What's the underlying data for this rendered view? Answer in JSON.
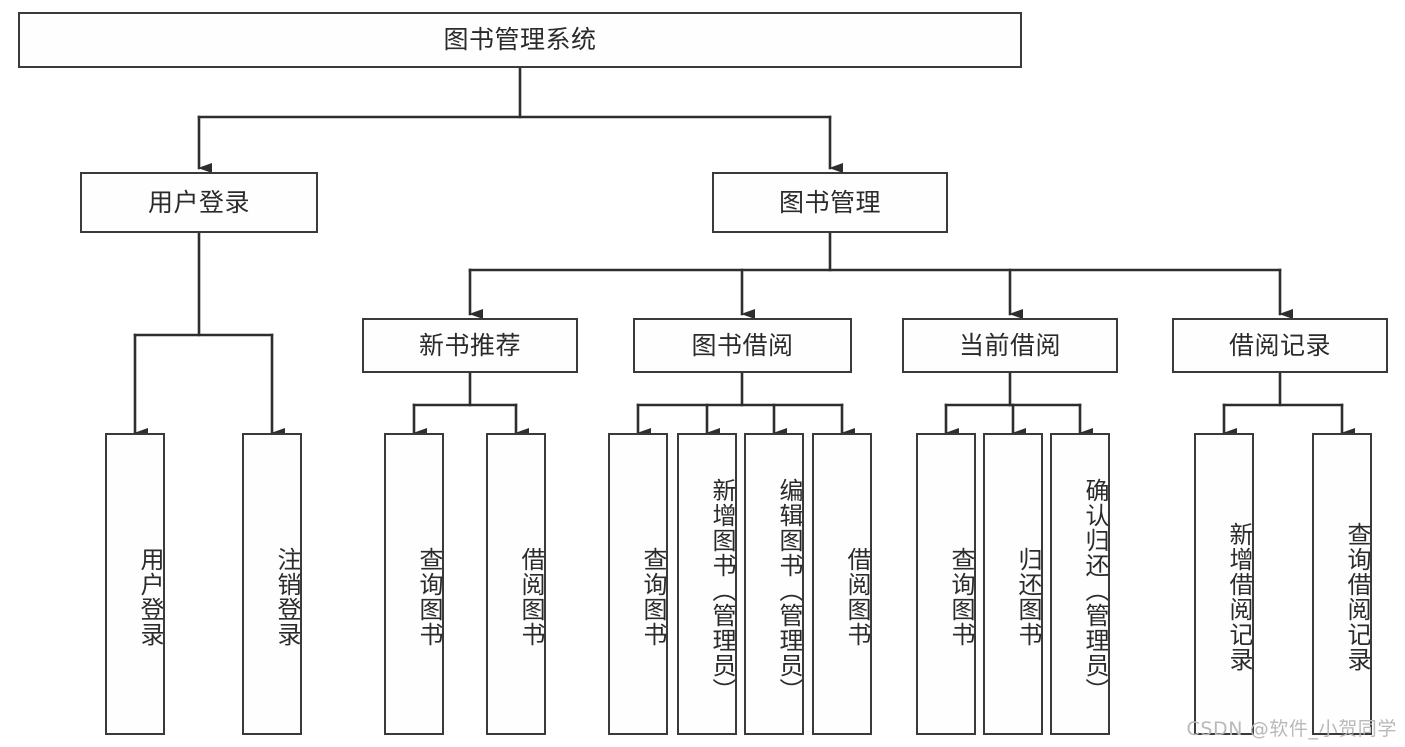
{
  "diagram": {
    "type": "tree-hierarchy",
    "title": "图书管理系统",
    "watermark": "CSDN @软件_小贺同学",
    "colors": {
      "border": "#3a3a3a",
      "node_fill": "#fefefe",
      "edge": "#2e2e2e",
      "text": "#2b2b2b",
      "watermark": "#b9b9b9",
      "background": "#ffffff"
    },
    "levels": {
      "root": {
        "label": "图书管理系统"
      },
      "level2": [
        {
          "id": "user-login",
          "label": "用户登录"
        },
        {
          "id": "book-management",
          "label": "图书管理"
        }
      ],
      "level3": [
        {
          "id": "new-book-recommend",
          "label": "新书推荐"
        },
        {
          "id": "book-borrow",
          "label": "图书借阅"
        },
        {
          "id": "current-borrow",
          "label": "当前借阅"
        },
        {
          "id": "borrow-record",
          "label": "借阅记录"
        }
      ],
      "leaves": {
        "user_login": [
          {
            "id": "leaf-user-login",
            "label": "用户登录"
          },
          {
            "id": "leaf-logout",
            "label": "注销登录"
          }
        ],
        "new_book_recommend": [
          {
            "id": "leaf-query-book-1",
            "label": "查询图书"
          },
          {
            "id": "leaf-borrow-book-1",
            "label": "借阅图书"
          }
        ],
        "book_borrow": [
          {
            "id": "leaf-query-book-2",
            "label": "查询图书"
          },
          {
            "id": "leaf-add-book",
            "label": "新增图书（管理员）"
          },
          {
            "id": "leaf-edit-book",
            "label": "编辑图书（管理员）"
          },
          {
            "id": "leaf-borrow-book-2",
            "label": "借阅图书"
          }
        ],
        "current_borrow": [
          {
            "id": "leaf-query-book-3",
            "label": "查询图书"
          },
          {
            "id": "leaf-return-book",
            "label": "归还图书"
          },
          {
            "id": "leaf-confirm-return",
            "label": "确认归还（管理员）"
          }
        ],
        "borrow_record": [
          {
            "id": "leaf-add-record",
            "label": "新增借阅记录"
          },
          {
            "id": "leaf-query-record",
            "label": "查询借阅记录"
          }
        ]
      }
    }
  }
}
